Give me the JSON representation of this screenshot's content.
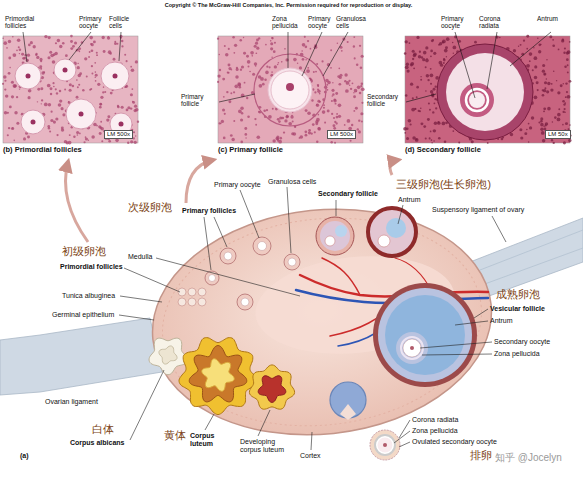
{
  "diagram": {
    "nodes": [
      {
        "text": [
          "Primordial follicles",
          "Primary oocyte",
          "Follicle cells",
          "LM 500x",
          "(b) Primordial follicles"
        ]
      },
      {
        "text": [
          "Zona pellucida",
          "Primary oocyte",
          "Granulosa cells",
          "Primary follicle",
          "LM 500x",
          "(c) Primary follicle"
        ]
      },
      {
        "text": [
          "Primary oocyte",
          "Corona radiata",
          "Antrum",
          "Secondary follicle",
          "LM 50x",
          "(d) Secondary follicle"
        ]
      }
    ],
    "labels": [
      "Copyright © The McGraw-Hill Companies, Inc. Permission required for reproduction or display.",
      "Primary oocyte",
      "Granulosa cells",
      "Secondary follicle",
      "三级卵泡(生长卵泡)",
      "Antrum",
      "Suspensory ligament of ovary",
      "次级卵泡",
      "Primary follicles",
      "初级卵泡",
      "Primordial follicles",
      "Medulla",
      "Tunica albuginea",
      "Germinal epithelium",
      "成熟卵泡",
      "Vesicular follicle",
      "Antrum",
      "Secondary oocyte",
      "Zona pellucida",
      "Ovarian ligament",
      "白体",
      "Corpus albicans",
      "黄体",
      "Corpus luteum",
      "Developing corpus luteum",
      "Cortex",
      "Corona radiata",
      "Zona pellucida",
      "Ovulated secondary oocyte",
      "排卵",
      "(a)",
      "知乎 @Jocelyn"
    ]
  }
}
